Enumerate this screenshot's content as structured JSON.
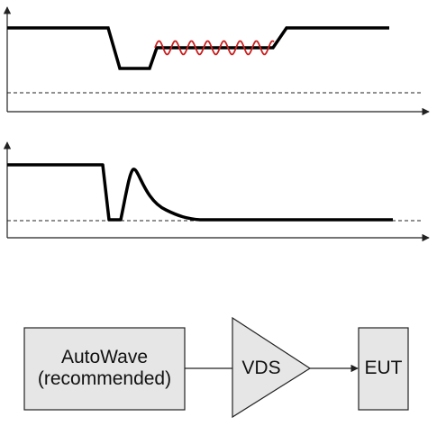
{
  "colors": {
    "waveform": "#000000",
    "ripple": "#cc1f1f",
    "box_fill": "#e6e6e6",
    "box_stroke": "#222222",
    "axis": "#222222",
    "dashed_reference": "#222222"
  },
  "block_diagram": {
    "source_line1": "AutoWave",
    "source_line2": "(recommended)",
    "amplifier": "VDS",
    "device": "EUT"
  }
}
